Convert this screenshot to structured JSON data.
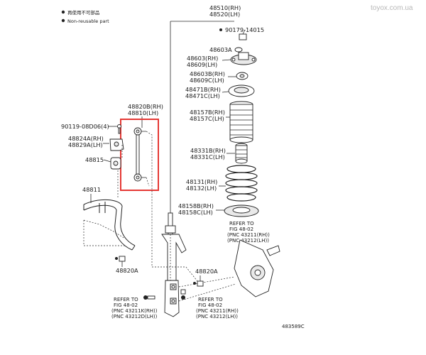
{
  "watermark": "toyox.com.ua",
  "legend": {
    "reuse_jp": "再使用不可部品",
    "reuse_en": "Non-reusable part"
  },
  "diagram_id": "483589C",
  "highlight_color": "#e53935",
  "labels": {
    "strut_rh": "48510(RH)",
    "strut_lh": "48520(LH)",
    "nut_top": "90179-14015",
    "cap": "48603A",
    "support_rh": "48603(RH)",
    "support_lh": "48609(LH)",
    "bearing_rh": "48603B(RH)",
    "bearing_lh": "48609C(LH)",
    "seat_rh": "48471B(RH)",
    "seat_lh": "48471C(LH)",
    "boot_rh": "48157B(RH)",
    "boot_lh": "48157C(LH)",
    "bump_rh": "48331B(RH)",
    "bump_lh": "48331C(LH)",
    "spring_rh": "48131(RH)",
    "spring_lh": "48132(LH)",
    "lower_rh": "48158B(RH)",
    "lower_lh": "48158C(LH)",
    "link_rh": "48820B(RH)",
    "link_lh": "48810(LH)",
    "bolt_side": "90119-08D06(4)",
    "bracket_rh": "48824A(RH)",
    "bracket_lh": "48829A(LH)",
    "bushing": "48815",
    "stab_bar": "48811",
    "nut_a": "48820A",
    "nut_b": "48820A",
    "ref1_a": "REFER TO",
    "ref1_b": "FIG 48-02",
    "ref1_c": "(PNC 43211(RH))",
    "ref1_d": "(PNC 43212(LH))",
    "ref2_a": "REFER TO",
    "ref2_b": "FIG 48-02",
    "ref2_c": "(PNC 43211K(RH))",
    "ref2_d": "(PNC 43212D(LH))",
    "ref3_a": "REFER TO",
    "ref3_b": "FIG 48-02",
    "ref3_c": "(PNC 43211(RH))",
    "ref3_d": "(PNC 43212(LH))"
  }
}
